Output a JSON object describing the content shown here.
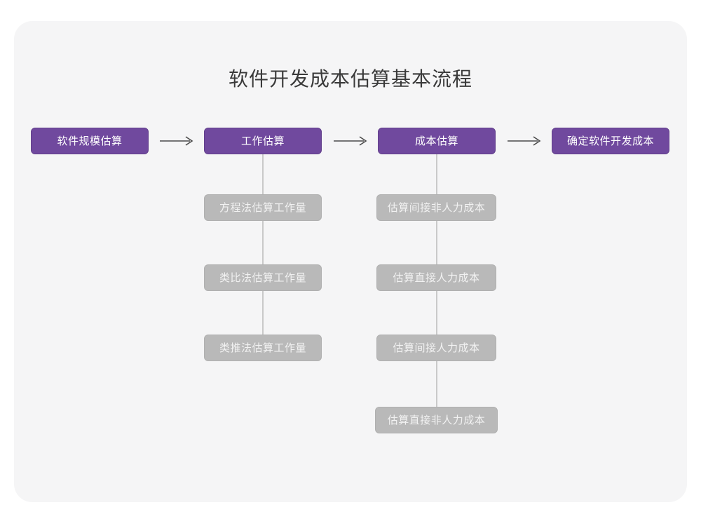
{
  "title": "软件开发成本估算基本流程",
  "flow": {
    "arrow_icon": "long-right-arrow",
    "stages": [
      {
        "id": "software-size-estimation",
        "label": "软件规模估算",
        "substeps": []
      },
      {
        "id": "effort-estimation",
        "label": "工作估算",
        "substeps": [
          {
            "id": "equation-method-effort",
            "label": "方程法估算工作量"
          },
          {
            "id": "analogy-method-effort",
            "label": "类比法估算工作量"
          },
          {
            "id": "analogue-method-effort",
            "label": "类推法估算工作量"
          }
        ]
      },
      {
        "id": "cost-estimation",
        "label": "成本估算",
        "substeps": [
          {
            "id": "indirect-nonlabor-cost",
            "label": "估算间接非人力成本"
          },
          {
            "id": "direct-labor-cost",
            "label": "估算直接人力成本"
          },
          {
            "id": "indirect-labor-cost",
            "label": "估算间接人力成本"
          },
          {
            "id": "direct-nonlabor-cost",
            "label": "估算直接非人力成本"
          }
        ]
      },
      {
        "id": "determine-dev-cost",
        "label": "确定软件开发成本",
        "substeps": []
      }
    ]
  },
  "colors": {
    "primary": "#70499e",
    "primary_border": "#63408c",
    "secondary": "#b9b9b9",
    "secondary_border": "#b0b0b0",
    "connector": "#c9c9c9",
    "card_background": "#f5f5f6",
    "page_background": "#ffffff",
    "title_text": "#3a3a3a"
  }
}
